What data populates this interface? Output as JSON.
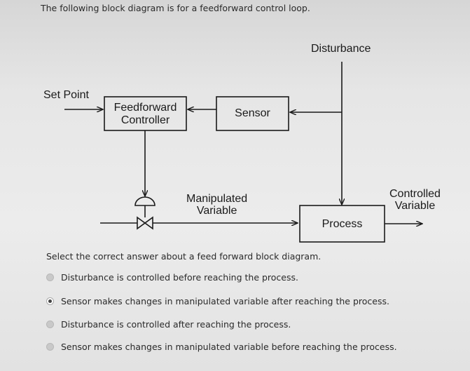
{
  "question_text": "The following block diagram is for a feedforward control loop.",
  "diagram": {
    "disturbance_label": "Disturbance",
    "setpoint_label": "Set Point",
    "controller_line1": "Feedforward",
    "controller_line2": "Controller",
    "sensor_label": "Sensor",
    "manipulated_line1": "Manipulated",
    "manipulated_line2": "Variable",
    "process_label": "Process",
    "controlled_line1": "Controlled",
    "controlled_line2": "Variable"
  },
  "prompt": "Select the correct answer about a feed forward block diagram.",
  "options": [
    {
      "label": "Disturbance is controlled before reaching the process.",
      "selected": false
    },
    {
      "label": "Sensor makes changes in manipulated variable after reaching the process.",
      "selected": true
    },
    {
      "label": "Disturbance is controlled after reaching the process.",
      "selected": false
    },
    {
      "label": "Sensor makes changes in manipulated variable before reaching the process.",
      "selected": false
    }
  ]
}
